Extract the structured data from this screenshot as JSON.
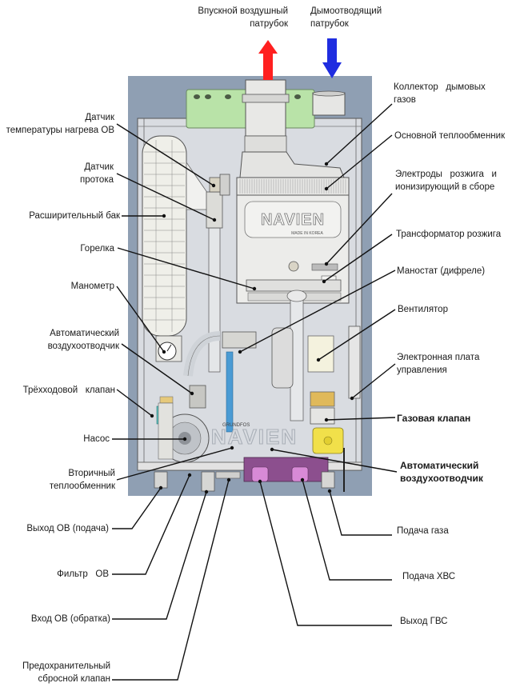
{
  "title": "Устройство газового котла Navien",
  "brand": "NAVIEN",
  "brand_sub": "MADE IN KOREA",
  "pump_brand": "GRUNDFOS",
  "colors": {
    "background": "#ffffff",
    "casing": "#8f9fb3",
    "inner_panel": "#d6d9de",
    "bracket_green": "#b9e3a8",
    "manifold_purple": "#8c4f8e",
    "gas_valve_yellow": "#f1e04a",
    "air_arrow": "#ff2020",
    "flue_arrow": "#1f2de0",
    "leader_line": "#111111"
  },
  "top_labels": {
    "air_intake": "Впускной воздушный патрубок",
    "air_intake_line1": "Впускной воздушный",
    "air_intake_line2": "патрубок",
    "flue_outlet_line1": "Дымоотводящий",
    "flue_outlet_line2": "патрубок"
  },
  "left_labels": [
    {
      "id": "temp-sensor",
      "line1": "Датчик",
      "line2": "температуры нагрева ОВ"
    },
    {
      "id": "flow-sensor",
      "line1": "Датчик",
      "line2": "протока"
    },
    {
      "id": "expansion-tank",
      "line1": "Расширительный бак"
    },
    {
      "id": "burner",
      "line1": "Горелка"
    },
    {
      "id": "manometer",
      "line1": "Манометр"
    },
    {
      "id": "air-vent-left",
      "line1": "Автоматический",
      "line2": "воздухоотводчик"
    },
    {
      "id": "three-way-valve",
      "line1": "Трёхходовой   клапан"
    },
    {
      "id": "pump",
      "line1": "Насос"
    },
    {
      "id": "secondary-hx",
      "line1": "Вторичный",
      "line2": "теплообменник"
    }
  ],
  "right_labels": [
    {
      "id": "flue-collector",
      "line1": "Коллектор   дымовых",
      "line2": "газов"
    },
    {
      "id": "main-hx",
      "line1": "Основной теплообменник"
    },
    {
      "id": "electrodes",
      "line1": "Электроды   розжига   и",
      "line2": "ионизирующий в сборе"
    },
    {
      "id": "ignition-transformer",
      "line1": "Трансформатор розжига"
    },
    {
      "id": "manostat",
      "line1": "Маностат (дифреле)"
    },
    {
      "id": "fan",
      "line1": "Вентилятор"
    },
    {
      "id": "control-board",
      "line1": "Электронная плата",
      "line2": "управления"
    },
    {
      "id": "gas-valve",
      "line1": "Газовая клапан"
    },
    {
      "id": "air-vent-right",
      "line1": "Автоматический",
      "line2": "воздухоотводчик"
    }
  ],
  "bottom_left_labels": [
    {
      "id": "ch-supply",
      "line1": "Выход ОВ (подача)"
    },
    {
      "id": "ch-filter",
      "line1": "Фильтр   ОВ"
    },
    {
      "id": "ch-return",
      "line1": "Вход ОВ (обратка)"
    },
    {
      "id": "relief-valve",
      "line1": "Предохранительный",
      "line2": "сбросной клапан"
    }
  ],
  "bottom_right_labels": [
    {
      "id": "gas-supply",
      "line1": "Подача газа"
    },
    {
      "id": "cold-water",
      "line1": "Подача ХВС"
    },
    {
      "id": "hot-water",
      "line1": "Выход ГВС"
    }
  ]
}
